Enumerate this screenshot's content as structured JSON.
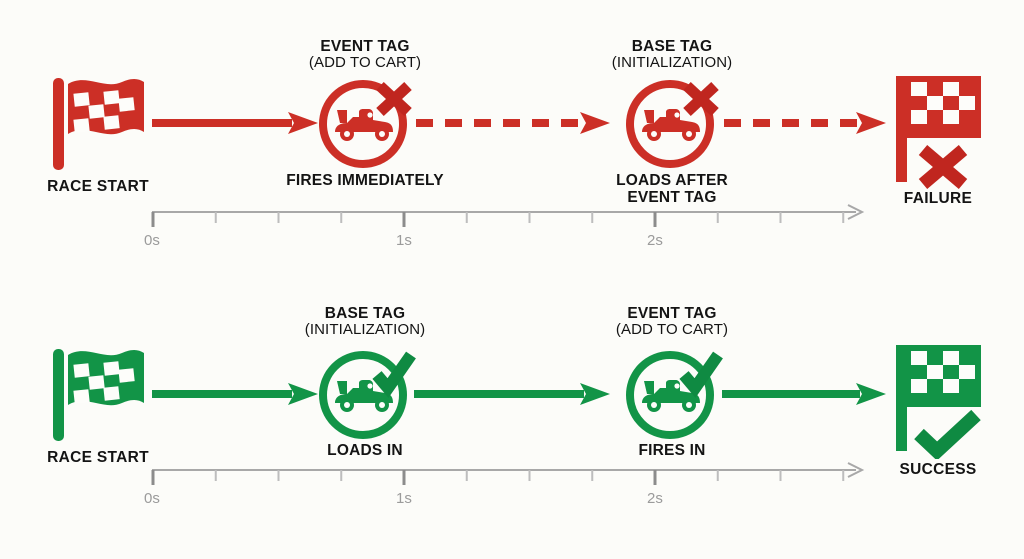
{
  "colors": {
    "background": "#fcfcf9",
    "fail": "#cc2f26",
    "success": "#129447",
    "text": "#141414",
    "axis": "#a8a8a8",
    "axis_label": "#9b9b9b"
  },
  "rows": [
    {
      "id": "failure-scenario",
      "variant": "fail",
      "start": {
        "icon": "checkered-flag-wavy-icon",
        "label": "RACE START"
      },
      "steps": [
        {
          "icon": "race-car-circle-x-icon",
          "title": "EVENT TAG",
          "subtitle": "(ADD TO CART)",
          "status": "FIRES IMMEDIATELY",
          "status_line2": ""
        },
        {
          "icon": "race-car-circle-x-icon",
          "title": "BASE TAG",
          "subtitle": "(INITIALIZATION)",
          "status": "LOADS AFTER",
          "status_line2": "EVENT TAG"
        }
      ],
      "connectors": [
        "solid",
        "dashed",
        "dashed"
      ],
      "end": {
        "icon": "checkered-flag-cross-icon",
        "label": "FAILURE"
      },
      "axis": {
        "ticks": [
          "0s",
          "1s",
          "2s"
        ],
        "minor_ticks_per_major": 3,
        "arrow": true
      }
    },
    {
      "id": "success-scenario",
      "variant": "success",
      "start": {
        "icon": "checkered-flag-wavy-icon",
        "label": "RACE START"
      },
      "steps": [
        {
          "icon": "race-car-circle-check-icon",
          "title": "BASE TAG",
          "subtitle": "(INITIALIZATION)",
          "status": "LOADS IN",
          "status_line2": ""
        },
        {
          "icon": "race-car-circle-check-icon",
          "title": "EVENT TAG",
          "subtitle": "(ADD TO CART)",
          "status": "FIRES IN",
          "status_line2": ""
        }
      ],
      "connectors": [
        "solid",
        "solid",
        "solid"
      ],
      "end": {
        "icon": "checkered-flag-check-icon",
        "label": "SUCCESS"
      },
      "axis": {
        "ticks": [
          "0s",
          "1s",
          "2s"
        ],
        "minor_ticks_per_major": 3,
        "arrow": true
      }
    }
  ]
}
